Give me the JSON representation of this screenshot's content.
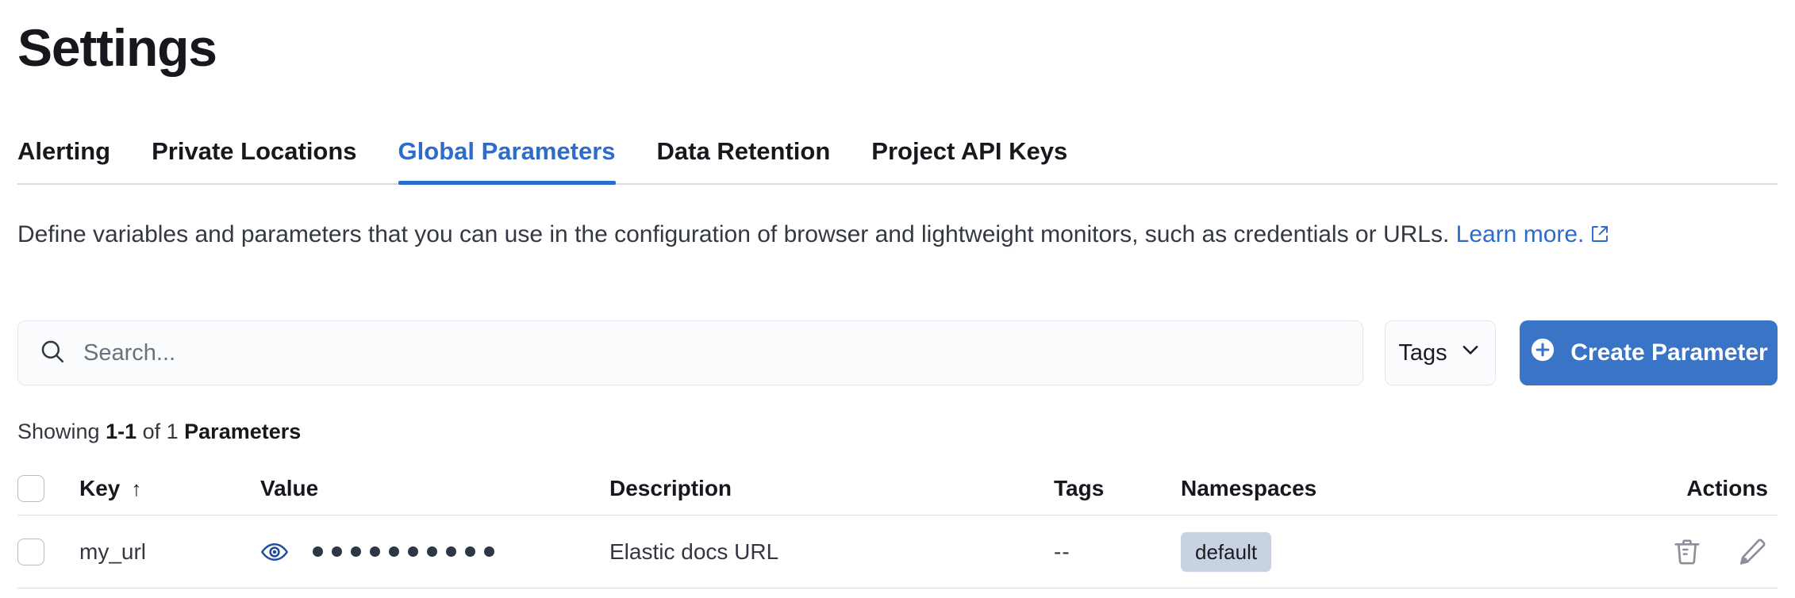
{
  "header": {
    "title": "Settings"
  },
  "tabs": [
    {
      "label": "Alerting",
      "active": false,
      "name": "tab-alerting"
    },
    {
      "label": "Private Locations",
      "active": false,
      "name": "tab-private-locations"
    },
    {
      "label": "Global Parameters",
      "active": true,
      "name": "tab-global-parameters"
    },
    {
      "label": "Data Retention",
      "active": false,
      "name": "tab-data-retention"
    },
    {
      "label": "Project API Keys",
      "active": false,
      "name": "tab-project-api-keys"
    }
  ],
  "description": {
    "text": "Define variables and parameters that you can use in the configuration of browser and lightweight monitors, such as credentials or URLs. ",
    "link_label": "Learn more.",
    "link_icon": "external-link-icon"
  },
  "controls": {
    "search": {
      "placeholder": "Search...",
      "value": "",
      "icon": "search-icon"
    },
    "tags_filter": {
      "label": "Tags",
      "icon": "chevron-down-icon"
    },
    "create_button": {
      "label": "Create Parameter",
      "icon": "plus-circle-icon"
    }
  },
  "results": {
    "showing_prefix": "Showing ",
    "range": "1-1",
    "of": " of 1 ",
    "entity": "Parameters"
  },
  "table": {
    "columns": [
      {
        "label": "Key",
        "sort": "↑",
        "name": "column-key"
      },
      {
        "label": "Value",
        "name": "column-value"
      },
      {
        "label": "Description",
        "name": "column-description"
      },
      {
        "label": "Tags",
        "name": "column-tags"
      },
      {
        "label": "Namespaces",
        "name": "column-namespaces"
      },
      {
        "label": "Actions",
        "name": "column-actions"
      }
    ],
    "rows": [
      {
        "key": "my_url",
        "value_masked": "••••••••••",
        "value_dots": 10,
        "value_toggle_icon": "eye-icon",
        "description": "Elastic docs URL",
        "tags": "--",
        "namespace_badge": "default",
        "actions": [
          "trash-icon",
          "pencil-icon"
        ]
      }
    ]
  },
  "colors": {
    "accent_blue": "#2d6ccb",
    "button_blue": "#3a74c6",
    "badge_bg": "#c9d2e3",
    "text_dark": "#16181d",
    "text_muted": "#343741",
    "border": "#d8dde8"
  }
}
